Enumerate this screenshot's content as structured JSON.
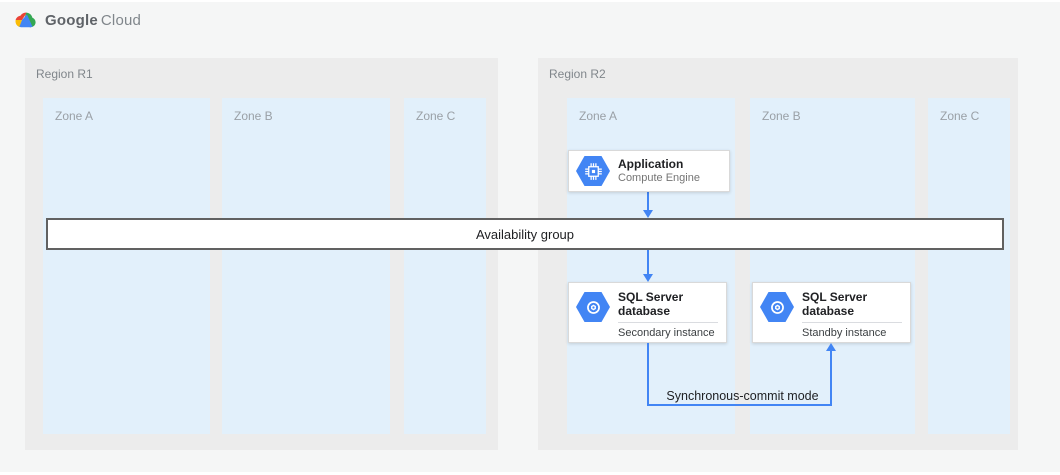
{
  "header": {
    "logo_google": "Google",
    "logo_cloud": "Cloud",
    "logo_icon": "google-cloud-logo-icon"
  },
  "regions": [
    {
      "label": "Region R1",
      "zones": [
        {
          "label": "Zone A"
        },
        {
          "label": "Zone B"
        },
        {
          "label": "Zone C"
        }
      ]
    },
    {
      "label": "Region R2",
      "zones": [
        {
          "label": "Zone A"
        },
        {
          "label": "Zone B"
        },
        {
          "label": "Zone C"
        }
      ]
    }
  ],
  "availability_group": {
    "label": "Availability group"
  },
  "nodes": {
    "application": {
      "title": "Application",
      "product": "Compute Engine",
      "icon": "compute-engine-chip-icon"
    },
    "sql_secondary": {
      "title": "SQL Server database",
      "instance_role": "Secondary instance",
      "icon": "sql-database-icon"
    },
    "sql_standby": {
      "title": "SQL Server database",
      "instance_role": "Standby instance",
      "icon": "sql-database-icon"
    }
  },
  "connections": {
    "sync_commit_label": "Synchronous-commit mode"
  },
  "colors": {
    "surface": "#f5f6f6",
    "region_fill": "#ececec",
    "zone_fill": "#e2f0fb",
    "arrow_blue": "#4285f4",
    "hexagon_blue": "#4285f4",
    "banner_border": "#616161",
    "node_border": "#d9d9d9",
    "logo_red": "#ea4335",
    "logo_yellow": "#fbbc05",
    "logo_green": "#34a853",
    "logo_blue": "#4285f4"
  }
}
